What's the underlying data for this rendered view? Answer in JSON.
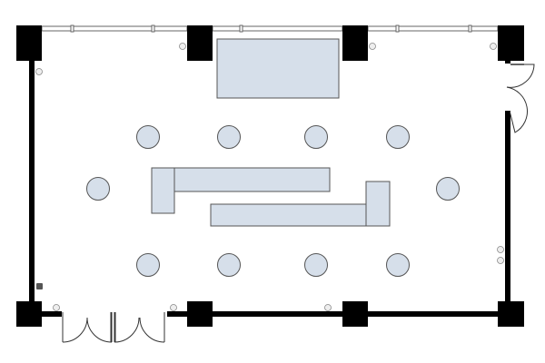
{
  "plan": {
    "colors": {
      "wall": "#000000",
      "furniture_fill": "#d6dfea",
      "furniture_stroke": "#555555",
      "window": "#666666",
      "outlet": "#888888"
    },
    "counts": {
      "round_tables": 10,
      "columns": 8,
      "doors": 3
    }
  }
}
